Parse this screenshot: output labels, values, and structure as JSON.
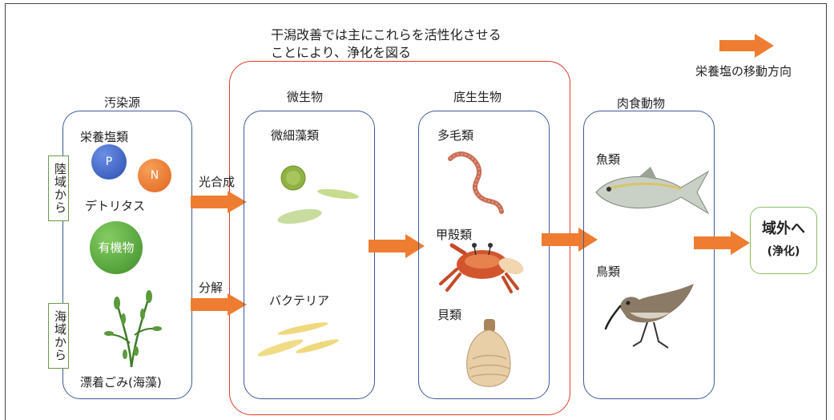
{
  "header_note_line1": "干潟改善では主にこれらを活性化させる",
  "header_note_line2": "ことにより、浄化を図る",
  "legend_label": "栄養塩の移動方向",
  "colors": {
    "arrow": "#ee7d31",
    "blue_box": "#3d5a99",
    "red_box": "#e23a2c",
    "green_box": "#8bbf63"
  },
  "source": {
    "title": "汚染源",
    "land_label": "陸域から",
    "sea_label": "海域から",
    "nutrients": "栄養塩類",
    "p": "P",
    "n": "N",
    "detritus": "デトリタス",
    "organic": "有機物",
    "drift": "漂着ごみ(海藻)"
  },
  "flow": {
    "photosynthesis": "光合成",
    "decomposition": "分解"
  },
  "micro": {
    "title": "微生物",
    "algae": "微細藻類",
    "bacteria": "バクテリア"
  },
  "benthos": {
    "title": "底生生物",
    "polychaeta": "多毛類",
    "crustacea": "甲殻類",
    "bivalve": "貝類"
  },
  "predator": {
    "title": "肉食動物",
    "fish": "魚類",
    "bird": "鳥類"
  },
  "outlet": {
    "label": "域外へ",
    "sub": "(浄化)"
  },
  "icons": [
    "worm-icon",
    "crab-icon",
    "shell-icon",
    "fish-icon",
    "bird-icon",
    "seaweed-icon",
    "algae-icon",
    "bacteria-icon"
  ]
}
